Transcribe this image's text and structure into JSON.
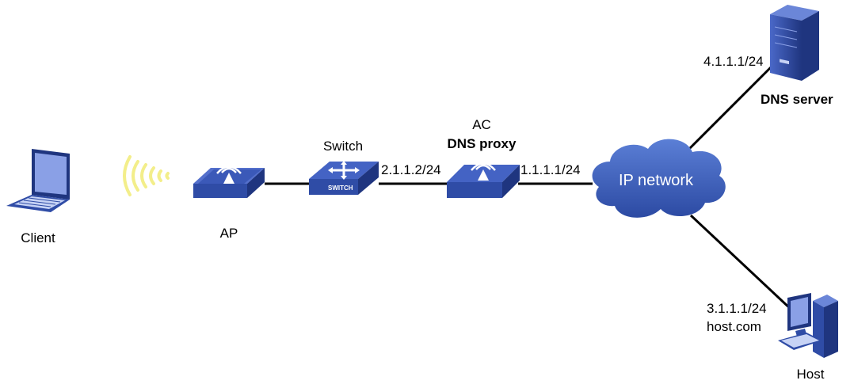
{
  "devices": {
    "client": {
      "label": "Client"
    },
    "ap": {
      "label": "AP"
    },
    "switch": {
      "label": "Switch",
      "badge": "SWITCH"
    },
    "ac": {
      "label": "AC",
      "role": "DNS proxy"
    },
    "ip_network": {
      "label": "IP network"
    },
    "dns_server": {
      "label": "DNS server",
      "ip": "4.1.1.1/24"
    },
    "host": {
      "label": "Host",
      "ip": "3.1.1.1/24",
      "domain": "host.com"
    }
  },
  "interfaces": {
    "switch_to_ac": "2.1.1.2/24",
    "ac_to_network": "1.1.1.1/24"
  },
  "colors": {
    "device_blue": "#2f4ca6",
    "device_light": "#6b86d8",
    "cloud_blue": "#3a5ebd",
    "wireless_yellow": "#f3ee8a",
    "link": "#000000"
  },
  "icons": {
    "client": "laptop-icon",
    "ap": "access-point-icon",
    "switch": "switch-icon",
    "ac": "wireless-controller-icon",
    "network": "cloud-icon",
    "dns_server": "server-tower-icon",
    "host": "desktop-pc-icon",
    "wireless": "wireless-signal-icon"
  }
}
